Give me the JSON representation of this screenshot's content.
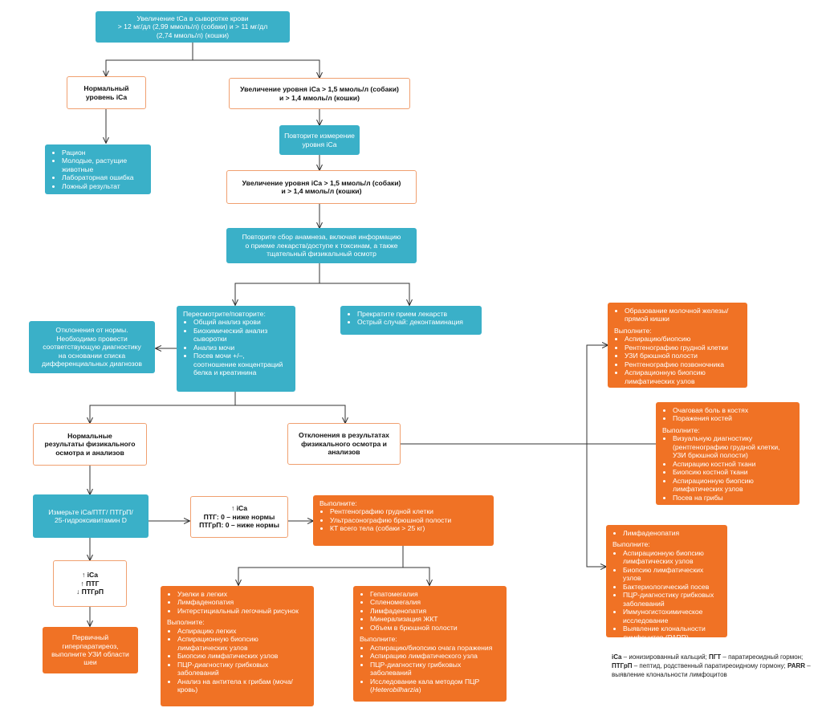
{
  "root": {
    "line1": "Увеличение tCa в сыворотке крови",
    "line2": "> 12 мг/дл (2,99 ммоль/л) (собаки) и > 11 мг/дл",
    "line3": "(2,74 ммоль/л) (кошки)"
  },
  "normal_ica": {
    "line1": "Нормальный",
    "line2": "уровень iCa"
  },
  "normal_causes": [
    "Рацион",
    "Молодые, растущие животные",
    "Лабораторная ошибка",
    "Ложный результат"
  ],
  "increased_ica_1": {
    "line1": "Увеличение уровня  iCa > 1,5 ммоль/л (собаки)",
    "line2": "и > 1,4 ммоль/л (кошки)"
  },
  "repeat_ica": {
    "line1": "Повторите измерение",
    "line2": "уровня iCa"
  },
  "increased_ica_2": {
    "line1": "Увеличение уровня iCa > 1,5 ммоль/л (собаки)",
    "line2": "и > 1,4 ммоль/л (кошки)"
  },
  "history": {
    "line1": "Повторите сбор анамнеза, включая информацию",
    "line2": "о приеме лекарств/доступе к токсинам, а также",
    "line3": "тщательный физикальный осмотр"
  },
  "review": {
    "title": "Пересмотрите/повторите:",
    "items": [
      "Общий анализ крови",
      "Биохимический анализ сыворотки",
      "Анализ мочи",
      "Посев мочи +/–, соотношение концентраций белка и креатинина"
    ]
  },
  "stop_drugs": {
    "items": [
      "Прекратите прием лекарств",
      "Острый случай: деконтаминация"
    ]
  },
  "abnormal_lab": {
    "line1": "Отклонения от нормы.",
    "line2": "Необходимо провести",
    "line3": "соответствующую диагностику",
    "line4": "на основании списка",
    "line5": "дифференциальных диагнозов"
  },
  "normal_results": {
    "line1": "Нормальные",
    "line2": "результаты физикального",
    "line3": "осмотра и анализов"
  },
  "abnormal_results": {
    "line1": "Отклонения в результатах",
    "line2": "физикального осмотра и",
    "line3": "анализов"
  },
  "measure": {
    "line1": "Измерьте iCa/ПТГ/ ПТГрП/",
    "line2": "25-гидроксивитамин D"
  },
  "result_a": {
    "line1": "↑ iCa",
    "line2": "ПТГ: 0 – ниже нормы",
    "line3": "ПТГрП: 0 – ниже нормы"
  },
  "result_b": {
    "line1": "↑ iCa",
    "line2": "↑ ПТГ",
    "line3": "↓ ПТГрП"
  },
  "primary": {
    "line1": "Первичный",
    "line2": "гиперпаратиреоз,",
    "line3": "выполните УЗИ области",
    "line4": "шеи"
  },
  "perform_main": {
    "title": "Выполните:",
    "items": [
      "Рентгенографию грудной клетки",
      "Ультрасонографию брюшной полости",
      "КТ всего тела (собаки > 25 кг)"
    ]
  },
  "lung": {
    "findings": [
      "Узелки в легких",
      "Лимфаденопатия",
      "Интерстициальный легочный рисунок"
    ],
    "title": "Выполните:",
    "actions": [
      "Аспирацию легких",
      "Аспирационную биопсию лимфатических узлов",
      "Биопсию лимфатических узлов",
      "ПЦР-диагностику  грибковых заболеваний",
      "Анализ на антитела к грибам (моча/кровь)"
    ]
  },
  "abdomen": {
    "findings": [
      "Гепатомегалия",
      "Спленомегалия",
      "Лимфаденопатия",
      "Минерализация ЖКТ",
      "Объем в брюшной полости"
    ],
    "title": "Выполните:",
    "actions": [
      "Аспирацию/биопсию очага поражения",
      "Аспирацию лимфатического узла",
      "ПЦР-диагностику грибковых заболеваний"
    ],
    "last_action": "Исследование кала методом ПЦР",
    "last_action_italic": "Heterobilharzia"
  },
  "mammary": {
    "findings": [
      "Образование молочной железы/прямой кишки"
    ],
    "title": "Выполните:",
    "actions": [
      "Аспирацию/биопсию",
      "Рентгенографию грудной клетки",
      "УЗИ брюшной полости",
      "Рентгенографию позвоночника",
      "Аспирационную биопсию лимфатических узлов"
    ]
  },
  "bone": {
    "findings": [
      "Очаговая боль в костях",
      "Поражения костей"
    ],
    "title": "Выполните:",
    "actions": [
      "Визуальную диагностику (рентгенографию грудной клетки, УЗИ брюшной полости)",
      "Аспирацию костной ткани",
      "Биопсию костной ткани",
      "Аспирационную биопсию лимфатических узлов",
      "Посев на грибы"
    ]
  },
  "lymph": {
    "findings": [
      "Лимфаденопатия"
    ],
    "title": "Выполните:",
    "actions": [
      "Аспирационную биопсию лимфатических узлов",
      "Биопсию лимфатических узлов",
      "Бактериологический посев",
      "ПЦР-диагностику грибковых заболеваний",
      "Иммуногистохимическое исследование",
      "Выявление клональности лимфоцитов (PARR)"
    ]
  },
  "legend": {
    "ica_abbr": "iCa",
    "ica_text": " – ионизированный кальций;  ",
    "ptg_abbr": "ПГТ",
    "ptg_text": " – паратиреоидный гормон; ",
    "ptgrp_abbr": "ПТГрП",
    "ptgrp_text": " – пептид, родственный паратиреоидному гормону; ",
    "parr_abbr": "PARR",
    "parr_text": " – выявление клональности лимфоцитов"
  },
  "colors": {
    "teal": "#3ab0c8",
    "orange": "#f07225",
    "border": "#f0a070",
    "line": "#333333"
  }
}
